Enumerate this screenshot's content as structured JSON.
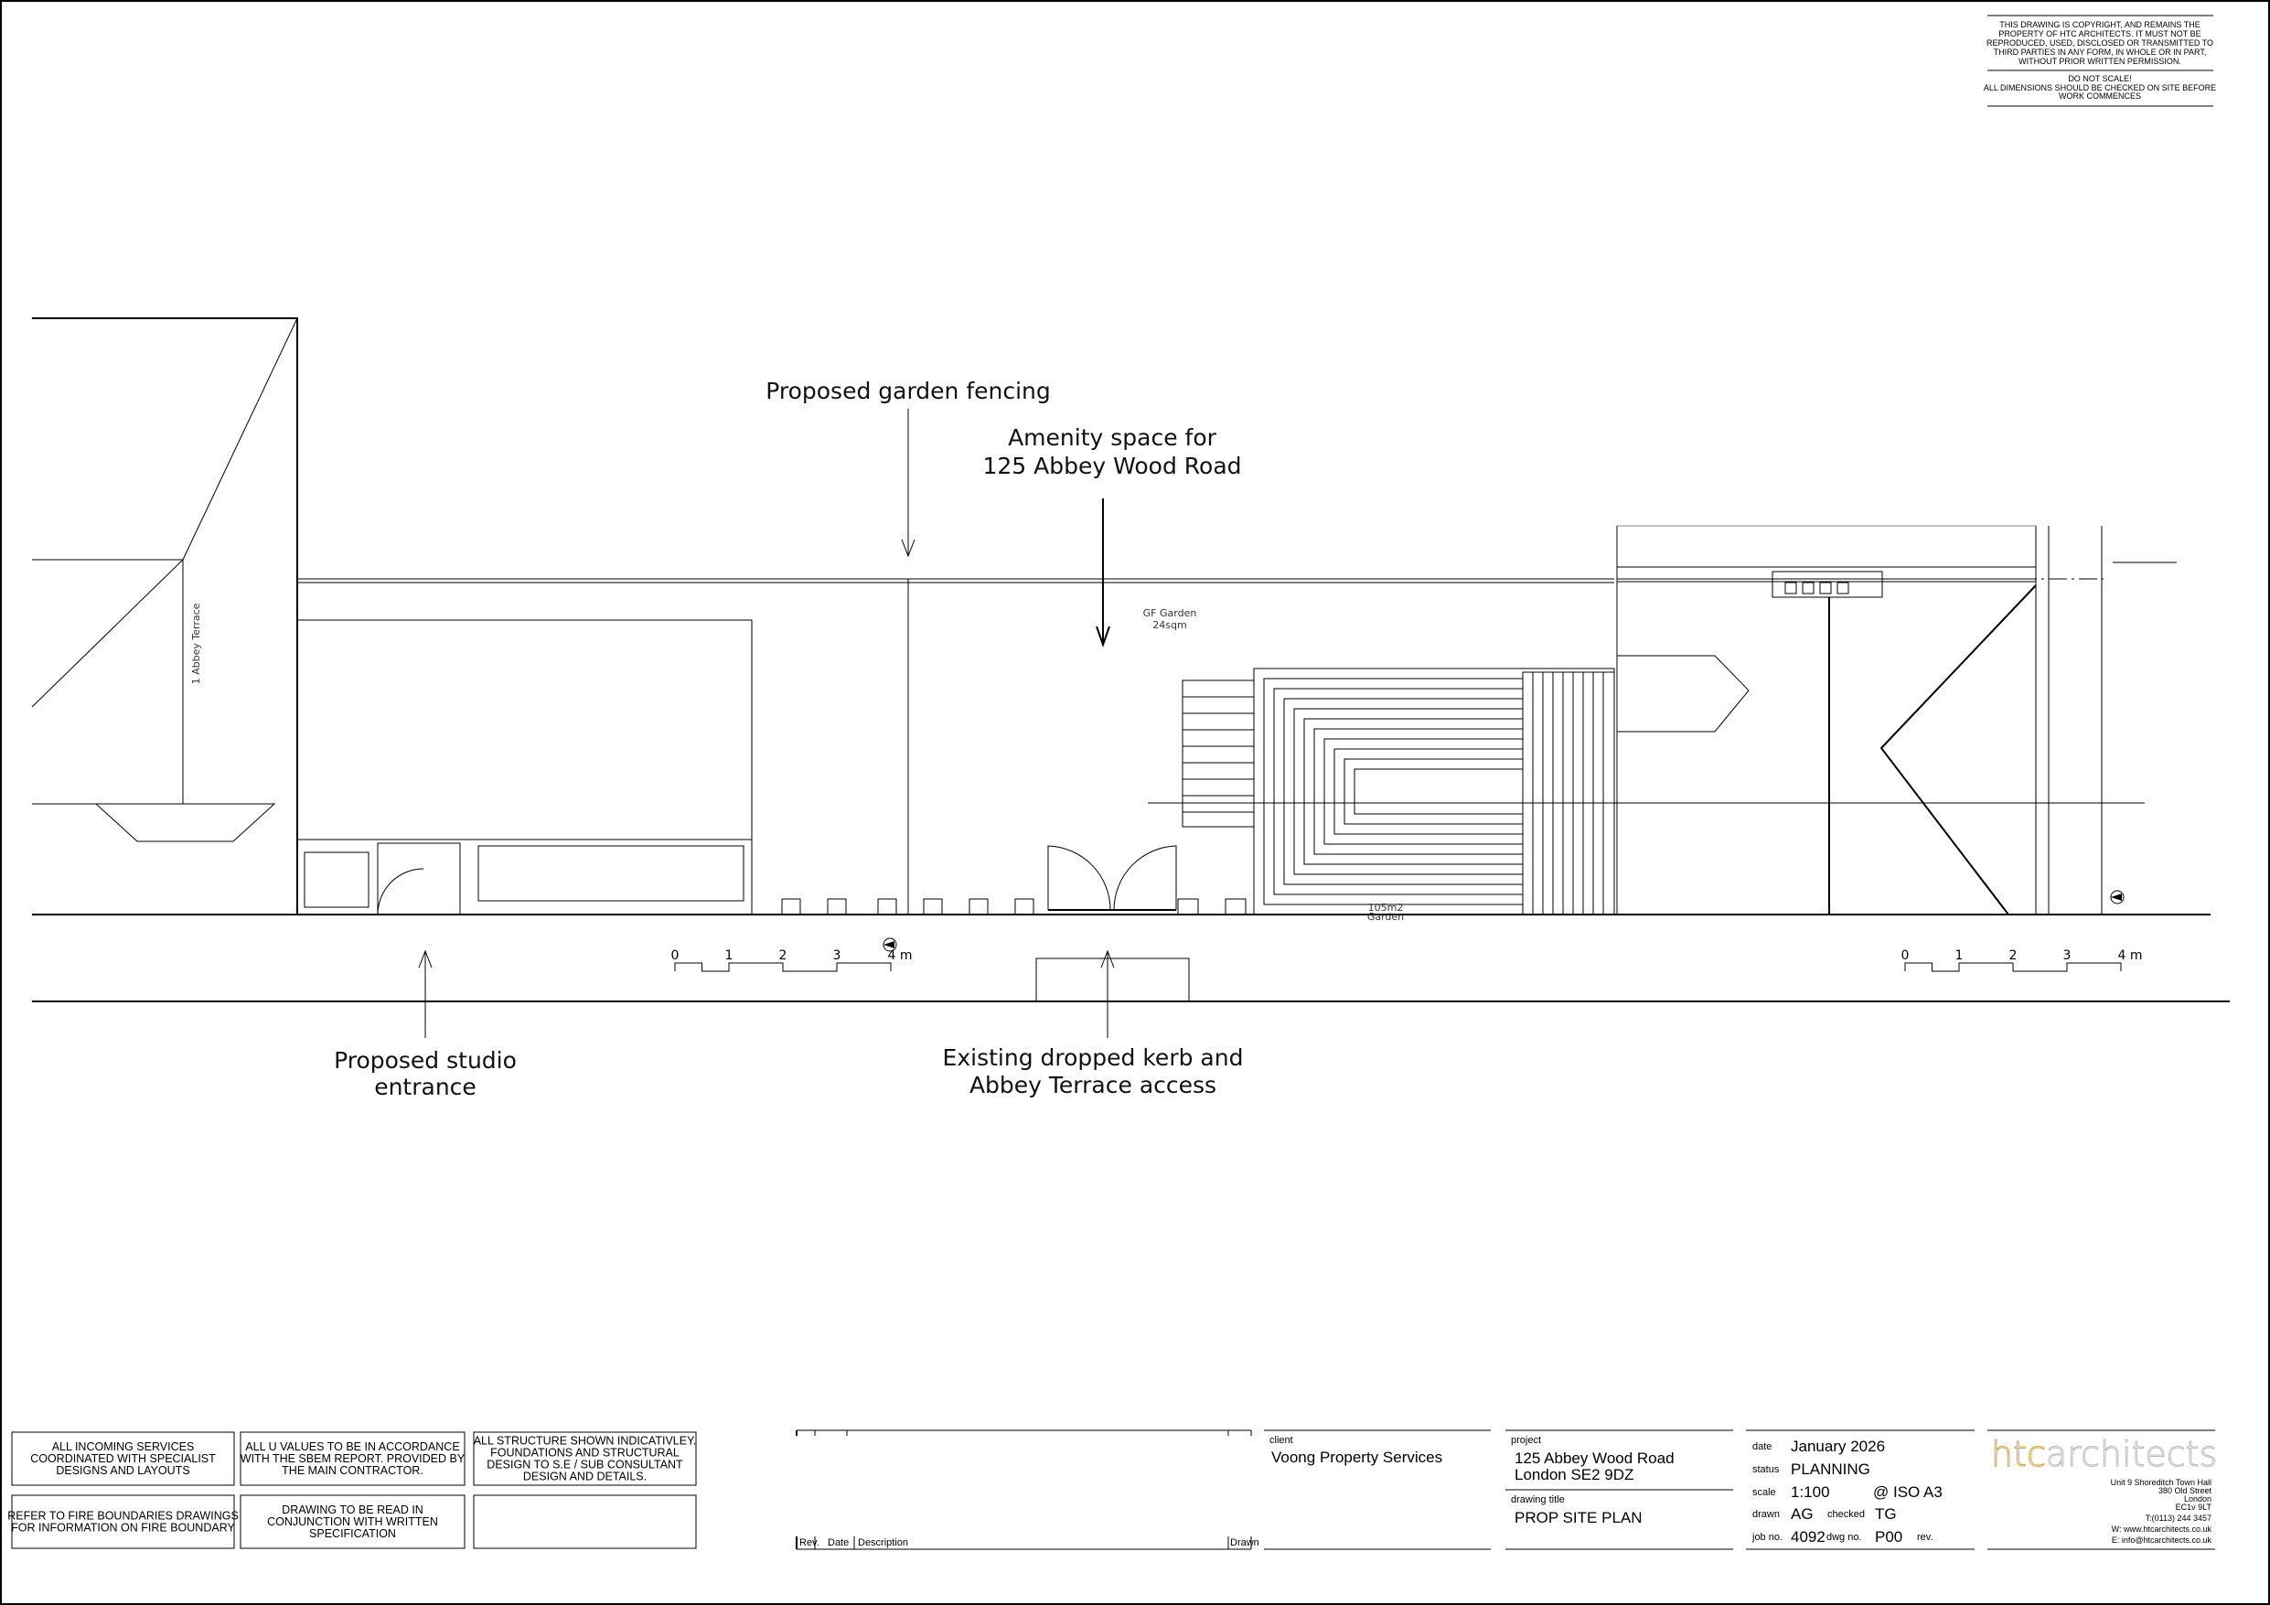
{
  "copyright_notice": {
    "lines": [
      "THIS DRAWING IS COPYRIGHT, AND REMAINS THE",
      "PROPERTY OF HTC ARCHITECTS.  IT MUST NOT BE",
      "REPRODUCED, USED, DISCLOSED OR  TRANSMITTED TO",
      "THIRD PARTIES IN ANY FORM,  IN WHOLE OR IN PART,",
      "WITHOUT PRIOR WRITTEN PERMISSION."
    ],
    "scale_warning": [
      "DO NOT SCALE!",
      "ALL DIMENSIONS SHOULD BE CHECKED ON SITE BEFORE",
      "WORK COMMENCES"
    ]
  },
  "annotations": {
    "fencing": "Proposed garden fencing",
    "amenity": [
      "Amenity space for",
      "125 Abbey Wood Road"
    ],
    "studio": [
      "Proposed studio",
      "entrance"
    ],
    "kerb": [
      "Existing dropped kerb and",
      "Abbey Terrace access"
    ],
    "neighbour": "1 Abbey Terrace",
    "gf_garden": [
      "GF Garden",
      "24sqm"
    ],
    "garden_area": "105m2",
    "garden_label": "Garden"
  },
  "scale_bar": {
    "ticks": [
      "0",
      "1",
      "2",
      "3",
      "4 m"
    ],
    "north": "N"
  },
  "notes": [
    [
      "ALL INCOMING SERVICES",
      "COORDINATED WITH SPECIALIST",
      "DESIGNS AND LAYOUTS"
    ],
    [
      "ALL U VALUES TO BE IN ACCORDANCE",
      "WITH THE SBEM REPORT. PROVIDED BY",
      "THE MAIN CONTRACTOR."
    ],
    [
      "ALL STRUCTURE SHOWN INDICATIVLEY.",
      "FOUNDATIONS AND STRUCTURAL",
      "DESIGN TO S.E / SUB CONSULTANT",
      "DESIGN AND DETAILS."
    ],
    [
      "REFER TO FIRE BOUNDARIES DRAWINGS",
      "FOR INFORMATION ON FIRE BOUNDARY"
    ],
    [
      "DRAWING TO BE READ IN",
      "CONJUNCTION WITH WRITTEN",
      "SPECIFICATION"
    ],
    []
  ],
  "revisions": {
    "headers": {
      "rev": "Rev.",
      "date": "Date",
      "description": "Description",
      "drawn": "Drawn"
    }
  },
  "client": {
    "label": "client",
    "value": "Voong Property Services"
  },
  "project": {
    "label": "project",
    "lines": [
      "125 Abbey Wood Road",
      "London SE2 9DZ"
    ],
    "title_label": "drawing title",
    "title": "PROP SITE PLAN"
  },
  "info": {
    "date_label": "date",
    "date": "January 2026",
    "status_label": "status",
    "status": "PLANNING",
    "scale_label": "scale",
    "scale": "1:100",
    "paper": "@ ISO A3",
    "drawn_label": "drawn",
    "drawn": "AG",
    "checked_label": "checked",
    "checked": "TG",
    "job_label": "job no.",
    "job": "4092",
    "dwg_label": "dwg no.",
    "dwg": "P00",
    "rev_label": "rev."
  },
  "firm": {
    "logo": "htcarchitects",
    "address": [
      "Unit 9 Shoreditch Town Hall",
      "380 Old Street",
      "London",
      "EC1v 9LT"
    ],
    "phone": "T:(0113) 244 3457",
    "web": "W: www.htcarchitects.co.uk",
    "email": "E: info@htcarchitects.co.uk",
    "logo_color_1": "#d9a441",
    "logo_color_2": "#bbbbbb"
  }
}
